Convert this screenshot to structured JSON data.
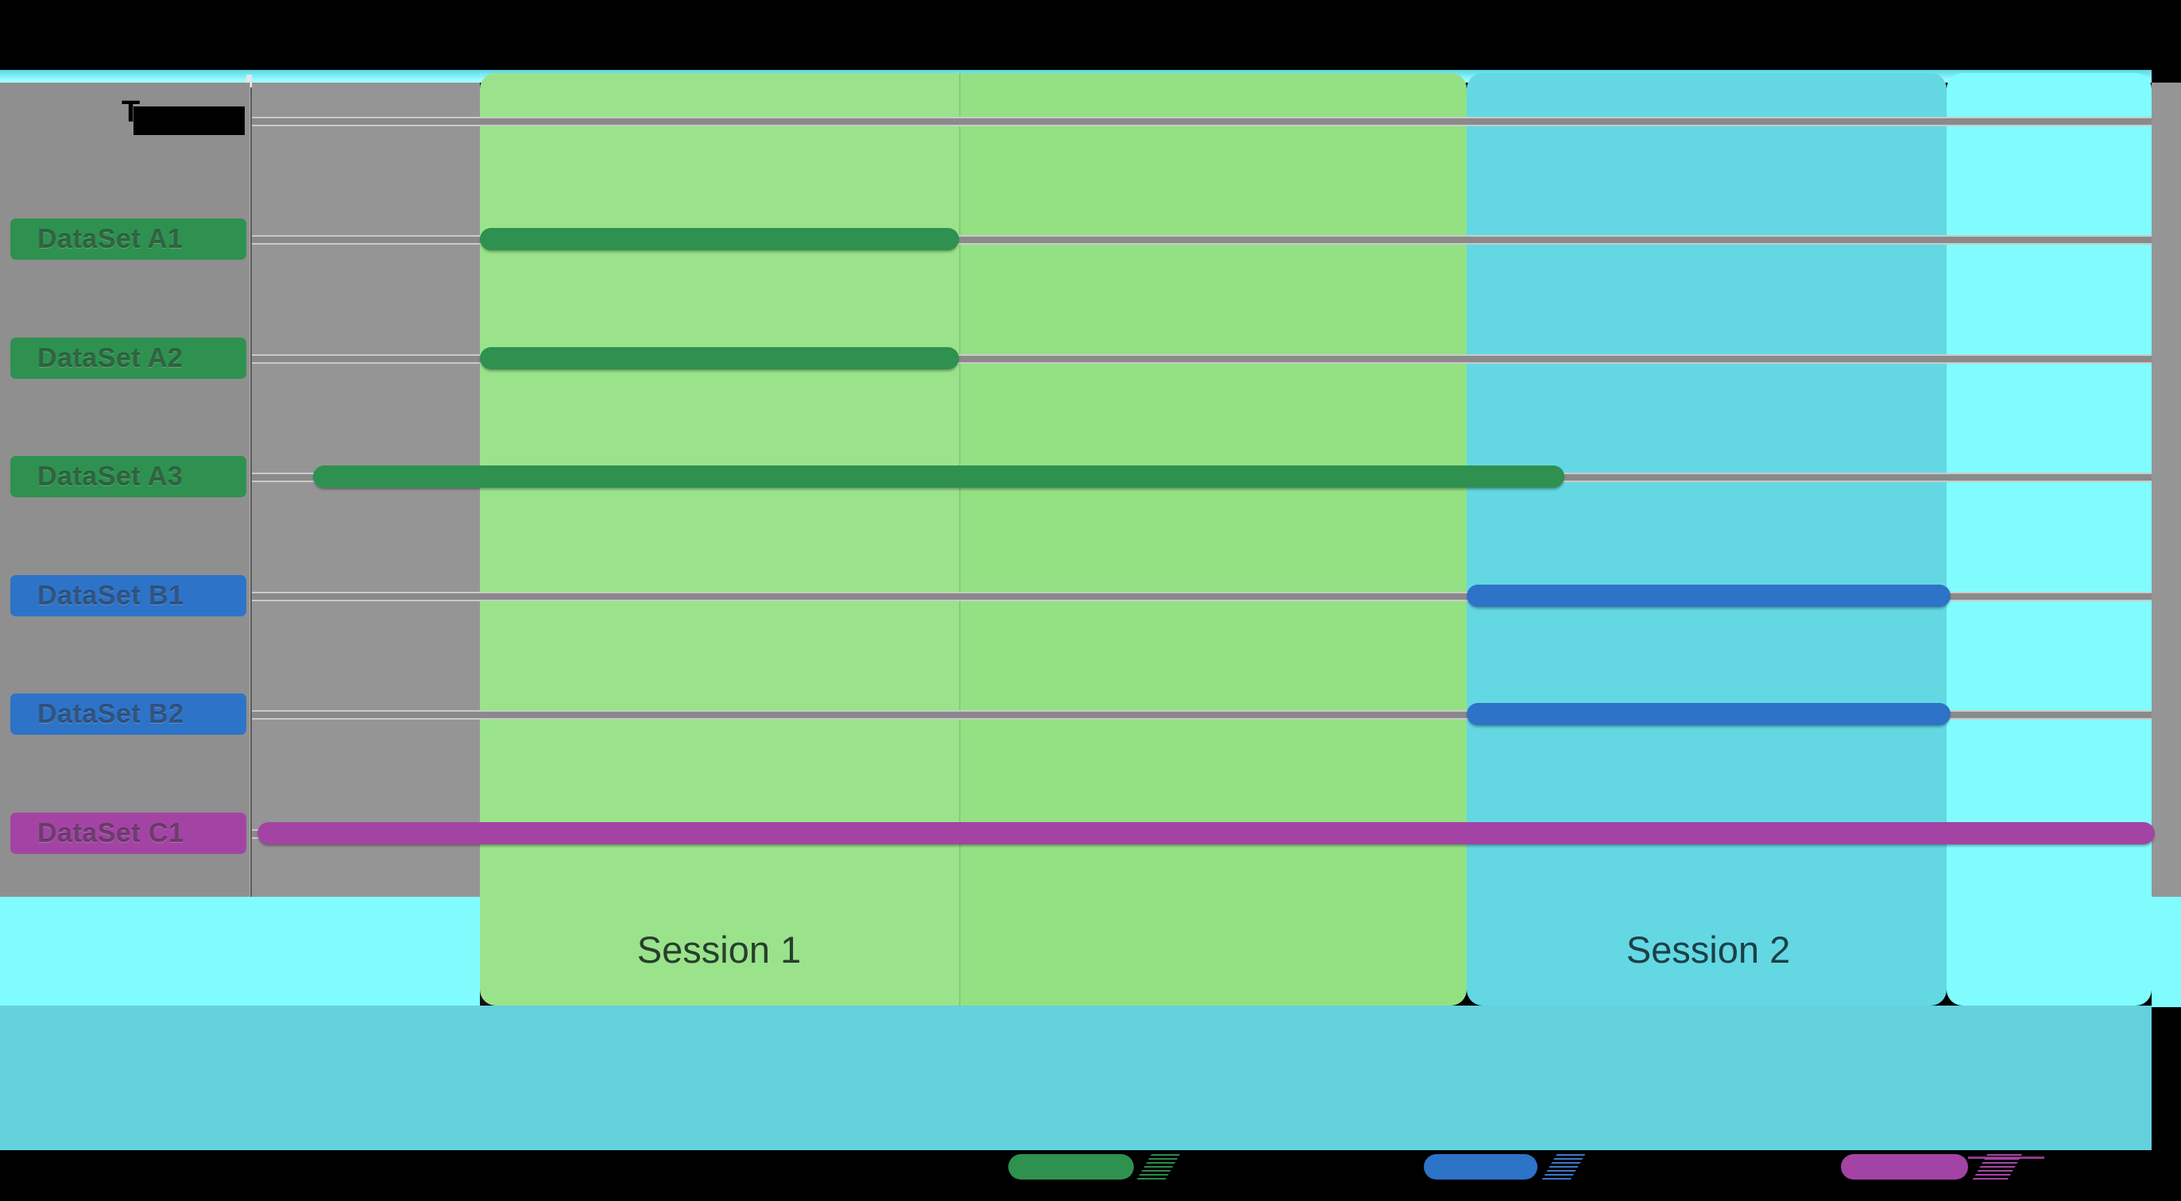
{
  "chart_data": {
    "type": "gantt",
    "title": "",
    "axis_header_label": "T",
    "rows": [
      {
        "label": "DataSet A1",
        "series": "A",
        "color": "#2E9150",
        "bar_start_pct": 22.0,
        "bar_end_pct": 44.0
      },
      {
        "label": "DataSet A2",
        "series": "A",
        "color": "#2E9150",
        "bar_start_pct": 22.0,
        "bar_end_pct": 44.0
      },
      {
        "label": "DataSet A3",
        "series": "A",
        "color": "#2E9150",
        "bar_start_pct": 14.4,
        "bar_end_pct": 71.7
      },
      {
        "label": "DataSet B1",
        "series": "B",
        "color": "#2D73C8",
        "bar_start_pct": 67.2,
        "bar_end_pct": 89.4
      },
      {
        "label": "DataSet B2",
        "series": "B",
        "color": "#2D73C8",
        "bar_start_pct": 67.2,
        "bar_end_pct": 89.4
      },
      {
        "label": "DataSet C1",
        "series": "C",
        "color": "#A344A4",
        "bar_start_pct": 11.8,
        "bar_end_pct": 98.8
      }
    ],
    "bands": [
      {
        "label": "Session 1",
        "color": "#93E183",
        "start_pct": 22.0,
        "end_pct": 67.2
      },
      {
        "label": "Session 2",
        "color": "#63D8E3",
        "start_pct": 67.2,
        "end_pct": 89.3
      },
      {
        "label": "",
        "color": "#80FCFF",
        "start_pct": 89.3,
        "end_pct": 98.7
      }
    ],
    "legend": {
      "position": "bottom",
      "entries": [
        {
          "label": "",
          "color": "#2E9150"
        },
        {
          "label": "",
          "color": "#2D73C8"
        },
        {
          "label": "",
          "color": "#A344A4"
        }
      ]
    },
    "grid": true,
    "x_tick_labels_visible": false
  },
  "colors": {
    "plot_background_gray": "#929292",
    "gridline": "#8A8A8A",
    "session1_band": "#93E183",
    "session2_band": "#63D8E3",
    "highlight_band": "#80FCFF",
    "bottom_strip": "#64D1DD",
    "canvas_black": "#000000"
  }
}
